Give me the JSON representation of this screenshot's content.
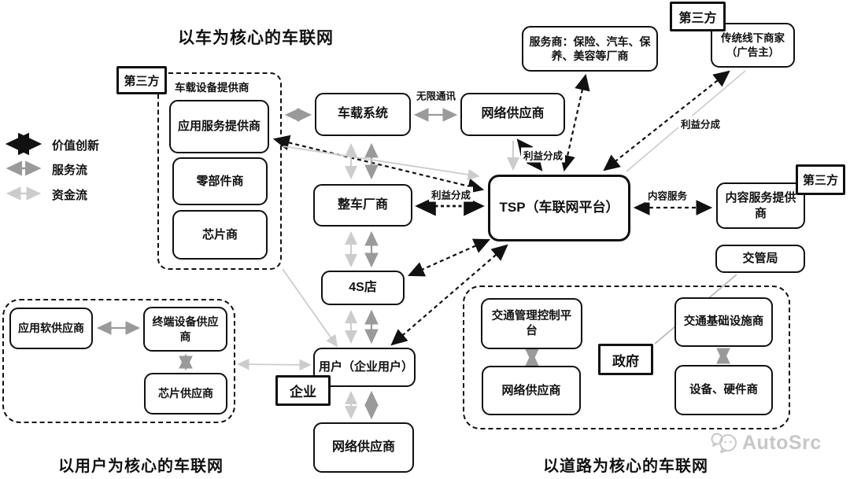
{
  "titles": {
    "car_core": "以车为核心的车联网",
    "user_core": "以用户为核心的车联网",
    "road_core": "以道路为核心的车联网"
  },
  "legend": {
    "value_innovation": "价值创新",
    "service_flow": "服务流",
    "capital_flow": "资金流"
  },
  "tags": {
    "third_party": "第三方",
    "enterprise": "企业",
    "government": "政府"
  },
  "groups": {
    "vehicle_device_provider": "车载设备提供商"
  },
  "nodes": {
    "app_service_provider": "应用服务提供商",
    "parts_supplier": "零部件商",
    "chip_maker": "芯片商",
    "vehicle_system": "车载系统",
    "network_provider_top": "网络供应商",
    "service_providers": "服务商：保险、汽车、保养、美容等厂商",
    "offline_merchants": "传统线下商家（广告主）",
    "tsp": "TSP（车联网平台）",
    "content_service_provider": "内容服务提供商",
    "traffic_bureau": "交管局",
    "oem": "整车厂商",
    "dealer_4s": "4S店",
    "user": "用户（企业用户）",
    "network_provider_bottom": "网络供应商",
    "app_software_supplier": "应用软供应商",
    "terminal_device_supplier": "终端设备供应商",
    "chip_supplier": "芯片供应商",
    "traffic_mgmt_platform": "交通管理控制平台",
    "network_provider_road": "网络供应商",
    "traffic_infrastructure": "交通基础设施商",
    "equipment_hardware": "设备、硬件商"
  },
  "edge_labels": {
    "wireless_comm": "无限通讯",
    "profit_share": "利益分成",
    "content_service": "内容服务"
  },
  "colors": {
    "line_black": "#111111",
    "line_gray": "#9a9a9a",
    "line_light": "#cccccc",
    "watermark": "#c7c7c7"
  },
  "watermark": {
    "brand": "AutoSrc"
  }
}
